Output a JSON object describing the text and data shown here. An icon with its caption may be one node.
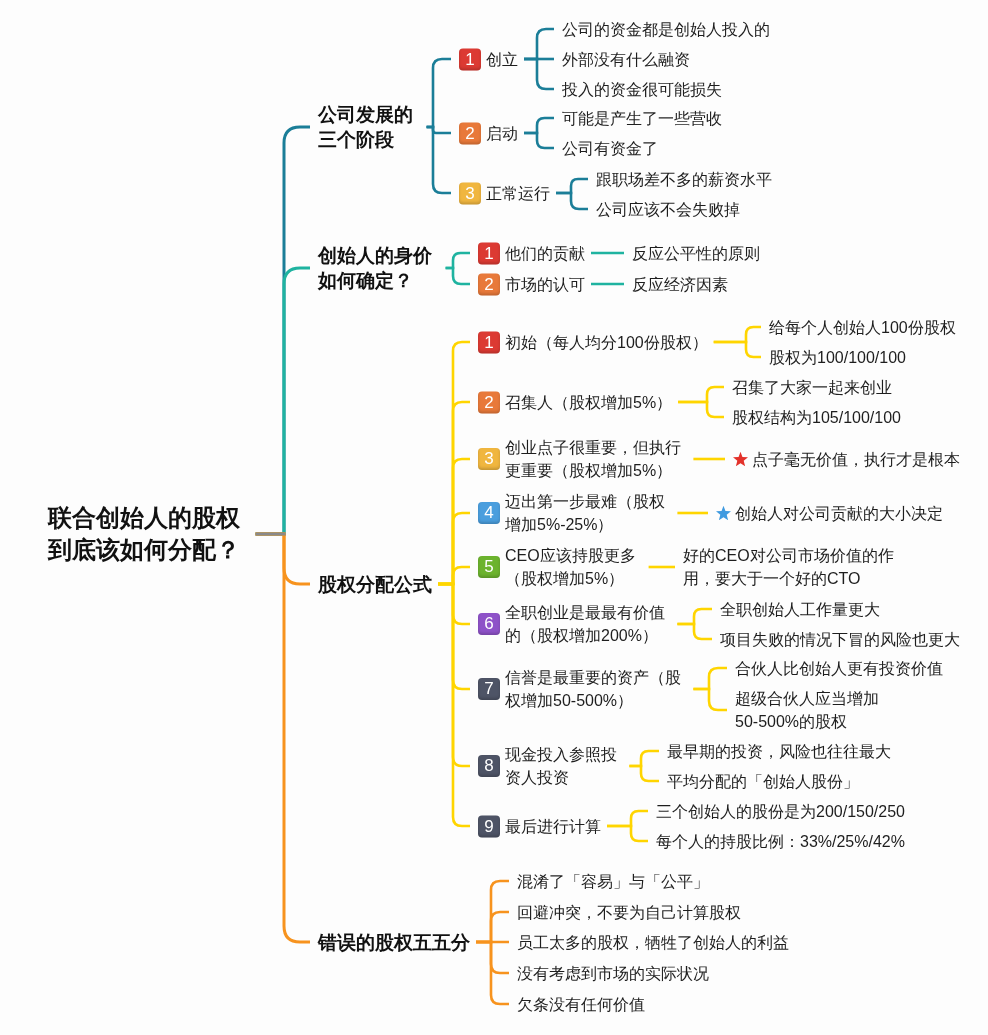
{
  "diagram": {
    "nodes": [
      {
        "text": [
          "联合创始人的股权到底该如何分配？"
        ]
      },
      {
        "text": [
          "公司发展的三个阶段"
        ]
      },
      {
        "text": [
          "1",
          "创立"
        ]
      },
      {
        "text": [
          "公司的资金都是创始人投入的"
        ]
      },
      {
        "text": [
          "外部没有什么融资"
        ]
      },
      {
        "text": [
          "投入的资金很可能损失"
        ]
      },
      {
        "text": [
          "2",
          "启动"
        ]
      },
      {
        "text": [
          "可能是产生了一些营收"
        ]
      },
      {
        "text": [
          "公司有资金了"
        ]
      },
      {
        "text": [
          "3",
          "正常运行"
        ]
      },
      {
        "text": [
          "跟职场差不多的薪资水平"
        ]
      },
      {
        "text": [
          "公司应该不会失败掉"
        ]
      },
      {
        "text": [
          "创始人的身价如何确定？"
        ]
      },
      {
        "text": [
          "1",
          "他们的贡献"
        ]
      },
      {
        "text": [
          "反应公平性的原则"
        ]
      },
      {
        "text": [
          "2",
          "市场的认可"
        ]
      },
      {
        "text": [
          "反应经济因素"
        ]
      },
      {
        "text": [
          "股权分配公式"
        ]
      },
      {
        "text": [
          "1",
          "初始（每人均分100份股权）"
        ]
      },
      {
        "text": [
          "给每个人创始人100份股权"
        ]
      },
      {
        "text": [
          "股权为100/100/100"
        ]
      },
      {
        "text": [
          "2",
          "召集人（股权增加5%）"
        ]
      },
      {
        "text": [
          "召集了大家一起来创业"
        ]
      },
      {
        "text": [
          "股权结构为105/100/100"
        ]
      },
      {
        "text": [
          "3",
          "创业点子很重要，但执行更重要（股权增加5%）"
        ]
      },
      {
        "text": [
          "点子毫无价值，执行才是根本"
        ]
      },
      {
        "text": [
          "4",
          "迈出第一步最难（股权增加5%-25%）"
        ]
      },
      {
        "text": [
          "创始人对公司贡献的大小决定"
        ]
      },
      {
        "text": [
          "5",
          "CEO应该持股更多（股权增加5%）"
        ]
      },
      {
        "text": [
          "好的CEO对公司市场价值的作用，要大于一个好的CTO"
        ]
      },
      {
        "text": [
          "6",
          "全职创业是最最有价值的（股权增加200%）"
        ]
      },
      {
        "text": [
          "全职创始人工作量更大"
        ]
      },
      {
        "text": [
          "项目失败的情况下冒的风险也更大"
        ]
      },
      {
        "text": [
          "7",
          "信誉是最重要的资产（股权增加50-500%）"
        ]
      },
      {
        "text": [
          "合伙人比创始人更有投资价值"
        ]
      },
      {
        "text": [
          "超级合伙人应当增加50-500%的股权"
        ]
      },
      {
        "text": [
          "8",
          "现金投入参照投资人投资"
        ]
      },
      {
        "text": [
          "最早期的投资，风险也往往最大"
        ]
      },
      {
        "text": [
          "平均分配的「创始人股份」"
        ]
      },
      {
        "text": [
          "9",
          "最后进行计算"
        ]
      },
      {
        "text": [
          "三个创始人的股份是为200/150/250"
        ]
      },
      {
        "text": [
          "每个人的持股比例：33%/25%/42%"
        ]
      },
      {
        "text": [
          "错误的股权五五分"
        ]
      },
      {
        "text": [
          "混淆了「容易」与「公平」"
        ]
      },
      {
        "text": [
          "回避冲突，不要为自己计算股权"
        ]
      },
      {
        "text": [
          "员工太多的股权，牺牲了创始人的利益"
        ]
      },
      {
        "text": [
          "没有考虑到市场的实际状况"
        ]
      },
      {
        "text": [
          "欠条没有任何价值"
        ]
      }
    ],
    "edges": [
      {
        "from": 0,
        "to": 1,
        "arrow": "none",
        "color": "#1b7e98"
      },
      {
        "from": 1,
        "to": 2,
        "arrow": "none",
        "color": "#1b7e98"
      },
      {
        "from": 2,
        "to": 3,
        "arrow": "none",
        "color": "#1b7e98"
      },
      {
        "from": 2,
        "to": 4,
        "arrow": "none",
        "color": "#1b7e98"
      },
      {
        "from": 2,
        "to": 5,
        "arrow": "none",
        "color": "#1b7e98"
      },
      {
        "from": 1,
        "to": 6,
        "arrow": "none",
        "color": "#1b7e98"
      },
      {
        "from": 6,
        "to": 7,
        "arrow": "none",
        "color": "#1b7e98"
      },
      {
        "from": 6,
        "to": 8,
        "arrow": "none",
        "color": "#1b7e98"
      },
      {
        "from": 1,
        "to": 9,
        "arrow": "none",
        "color": "#1b7e98"
      },
      {
        "from": 9,
        "to": 10,
        "arrow": "none",
        "color": "#1b7e98"
      },
      {
        "from": 9,
        "to": 11,
        "arrow": "none",
        "color": "#1b7e98"
      },
      {
        "from": 0,
        "to": 12,
        "arrow": "none",
        "color": "#1fb3a0"
      },
      {
        "from": 12,
        "to": 13,
        "arrow": "none",
        "color": "#1fb3a0"
      },
      {
        "from": 13,
        "to": 14,
        "arrow": "none",
        "color": "#1fb3a0"
      },
      {
        "from": 12,
        "to": 15,
        "arrow": "none",
        "color": "#1fb3a0"
      },
      {
        "from": 15,
        "to": 16,
        "arrow": "none",
        "color": "#1fb3a0"
      },
      {
        "from": 0,
        "to": 17,
        "arrow": "none",
        "color": "#f7931e"
      },
      {
        "from": 17,
        "to": 18,
        "arrow": "none"
      },
      {
        "from": 18,
        "to": 19,
        "arrow": "none"
      },
      {
        "from": 18,
        "to": 20,
        "arrow": "none"
      },
      {
        "from": 17,
        "to": 21,
        "arrow": "none"
      },
      {
        "from": 21,
        "to": 22,
        "arrow": "none"
      },
      {
        "from": 21,
        "to": 23,
        "arrow": "none"
      },
      {
        "from": 17,
        "to": 24,
        "arrow": "none"
      },
      {
        "from": 24,
        "to": 25,
        "arrow": "none"
      },
      {
        "from": 17,
        "to": 26,
        "arrow": "none"
      },
      {
        "from": 26,
        "to": 27,
        "arrow": "none"
      },
      {
        "from": 17,
        "to": 28,
        "arrow": "none"
      },
      {
        "from": 28,
        "to": 29,
        "arrow": "none"
      },
      {
        "from": 17,
        "to": 30,
        "arrow": "none"
      },
      {
        "from": 30,
        "to": 31,
        "arrow": "none"
      },
      {
        "from": 30,
        "to": 32,
        "arrow": "none"
      },
      {
        "from": 17,
        "to": 33,
        "arrow": "none"
      },
      {
        "from": 33,
        "to": 34,
        "arrow": "none"
      },
      {
        "from": 33,
        "to": 35,
        "arrow": "none"
      },
      {
        "from": 17,
        "to": 36,
        "arrow": "none"
      },
      {
        "from": 36,
        "to": 37,
        "arrow": "none"
      },
      {
        "from": 36,
        "to": 38,
        "arrow": "none"
      },
      {
        "from": 17,
        "to": 39,
        "arrow": "none"
      },
      {
        "from": 39,
        "to": 40,
        "arrow": "none"
      },
      {
        "from": 39,
        "to": 41,
        "arrow": "none"
      },
      {
        "from": 0,
        "to": 42,
        "arrow": "none",
        "color": "#f7931e"
      },
      {
        "from": 42,
        "to": 43,
        "arrow": "none",
        "color": "#f7931e"
      },
      {
        "from": 42,
        "to": 44,
        "arrow": "none",
        "color": "#f7931e"
      },
      {
        "from": 42,
        "to": 45,
        "arrow": "none",
        "color": "#f7931e"
      },
      {
        "from": 42,
        "to": 46,
        "arrow": "none",
        "color": "#f7931e"
      },
      {
        "from": 42,
        "to": 47,
        "arrow": "none",
        "color": "#f7931e"
      }
    ]
  }
}
